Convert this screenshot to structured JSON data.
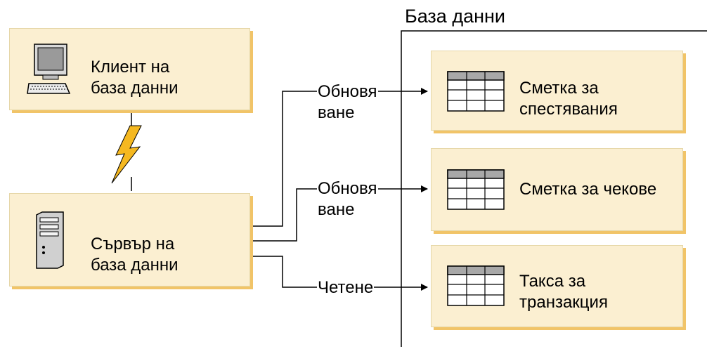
{
  "database": {
    "title": "База данни"
  },
  "client": {
    "line1": "Клиент на",
    "line2": "база данни",
    "icon": "computer-icon"
  },
  "server": {
    "line1": "Сървър на",
    "line2": "база данни",
    "icon": "server-tower-icon"
  },
  "link_icon": "lightning-bolt-icon",
  "tables": [
    {
      "line1": "Сметка за",
      "line2": "спестявания",
      "icon": "table-icon"
    },
    {
      "line1": "Сметка за чекове",
      "line2": "",
      "icon": "table-icon"
    },
    {
      "line1": "Такса за",
      "line2": "транзакция",
      "icon": "table-icon"
    }
  ],
  "connections": [
    {
      "line1": "Обновя",
      "line2": "ване"
    },
    {
      "line1": "Обновя",
      "line2": "ване"
    },
    {
      "line1": "Четене",
      "line2": ""
    }
  ],
  "colors": {
    "box_fill": "#fbefd1",
    "box_shadow": "#f1c468",
    "bolt": "#f5b820"
  }
}
